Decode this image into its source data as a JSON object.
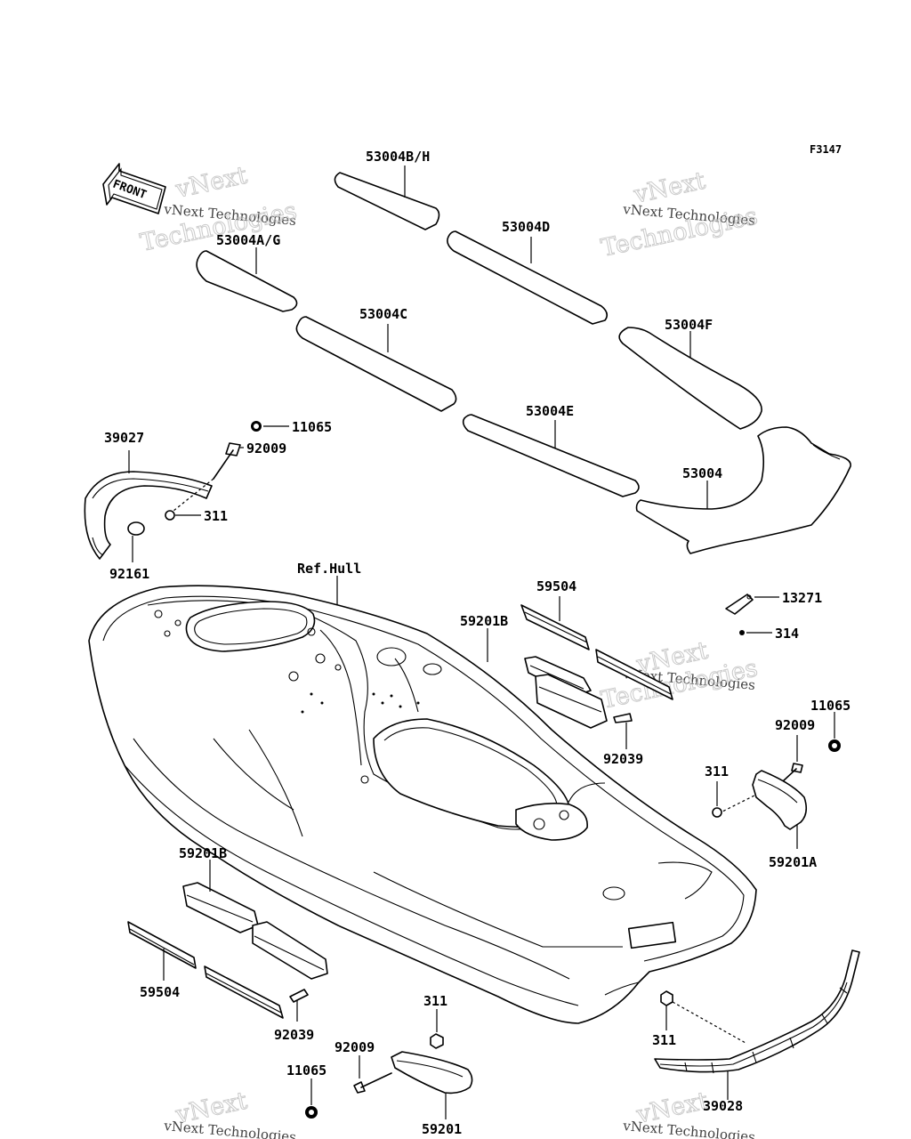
{
  "diagram_code": "F3147",
  "front_label": "FRONT",
  "watermarks": {
    "brand": "vNext Technologies",
    "word1": "vNext",
    "word2": "Technologies"
  },
  "ref_label": "Ref.Hull",
  "parts": {
    "p53004bh": "53004B/H",
    "p53004ag": "53004A/G",
    "p53004d": "53004D",
    "p53004c": "53004C",
    "p53004f": "53004F",
    "p53004e": "53004E",
    "p53004": "53004",
    "p39027": "39027",
    "p11065_a": "11065",
    "p92009_a": "92009",
    "p311_a": "311",
    "p92161": "92161",
    "p59504_a": "59504",
    "p59201b_a": "59201B",
    "p13271": "13271",
    "p314": "314",
    "p92039_a": "92039",
    "p11065_b": "11065",
    "p92009_b": "92009",
    "p311_b": "311",
    "p59201a": "59201A",
    "p59201b_b": "59201B",
    "p59504_b": "59504",
    "p92039_b": "92039",
    "p311_c": "311",
    "p92009_c": "92009",
    "p11065_c": "11065",
    "p59201": "59201",
    "p311_d": "311",
    "p39028": "39028"
  }
}
